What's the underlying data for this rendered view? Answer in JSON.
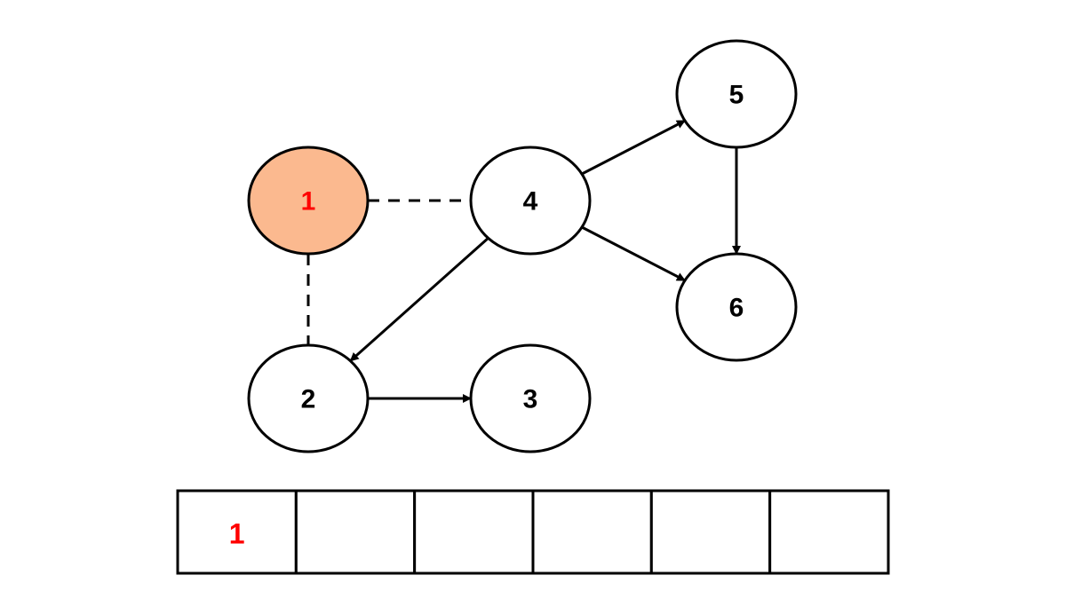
{
  "colors": {
    "visited_fill": "#FBB98F",
    "visited_text": "#FF0000",
    "default_fill": "#FFFFFF",
    "default_text": "#000000",
    "stroke": "#000000"
  },
  "graph": {
    "nodes": [
      {
        "id": "1",
        "label": "1",
        "visited": true
      },
      {
        "id": "2",
        "label": "2",
        "visited": false
      },
      {
        "id": "3",
        "label": "3",
        "visited": false
      },
      {
        "id": "4",
        "label": "4",
        "visited": false
      },
      {
        "id": "5",
        "label": "5",
        "visited": false
      },
      {
        "id": "6",
        "label": "6",
        "visited": false
      }
    ],
    "edges": [
      {
        "from": "1",
        "to": "4",
        "style": "dashed",
        "directed": false
      },
      {
        "from": "1",
        "to": "2",
        "style": "dashed",
        "directed": false
      },
      {
        "from": "4",
        "to": "5",
        "style": "solid",
        "directed": true
      },
      {
        "from": "4",
        "to": "6",
        "style": "solid",
        "directed": true
      },
      {
        "from": "4",
        "to": "2",
        "style": "solid",
        "directed": true
      },
      {
        "from": "5",
        "to": "6",
        "style": "solid",
        "directed": true
      },
      {
        "from": "2",
        "to": "3",
        "style": "solid",
        "directed": true
      }
    ]
  },
  "order_array": {
    "cells": [
      {
        "value": "1",
        "highlight": true
      },
      {
        "value": "",
        "highlight": false
      },
      {
        "value": "",
        "highlight": false
      },
      {
        "value": "",
        "highlight": false
      },
      {
        "value": "",
        "highlight": false
      },
      {
        "value": "",
        "highlight": false
      }
    ]
  }
}
